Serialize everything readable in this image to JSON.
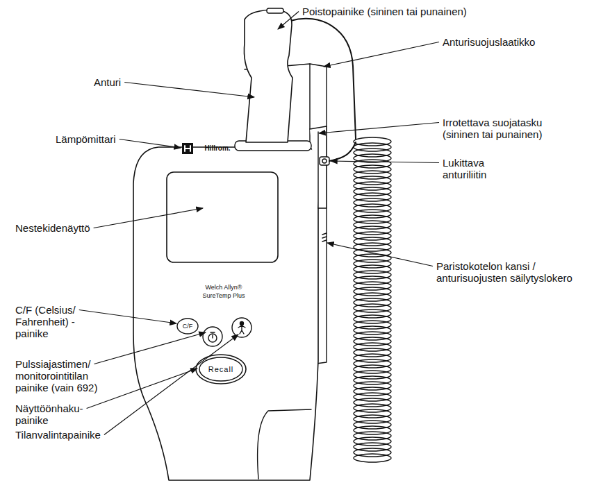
{
  "diagram": {
    "labels": [
      "Poistopainike (sininen tai punainen)",
      "Anturi",
      "Anturisuojuslaatikko",
      "Lämpömittari",
      "Irrotettava suojatasku (sininen tai punainen)",
      "Lukittava anturiliitin",
      "Nestekidenäyttö",
      "C/F (Celsius/ Fahrenheit) -painike",
      "Paristokotelon kansi / anturisuojusten säilytyslokero",
      "Pulssiajastimen/ monitorointitilan painike (vain 692)",
      "Näyttöönhaku- painike",
      "Tilanvalintapainike",
      "Hillrom.",
      "Welch Allyn®",
      "SureTemp Plus",
      "C/F",
      "Recall"
    ]
  }
}
